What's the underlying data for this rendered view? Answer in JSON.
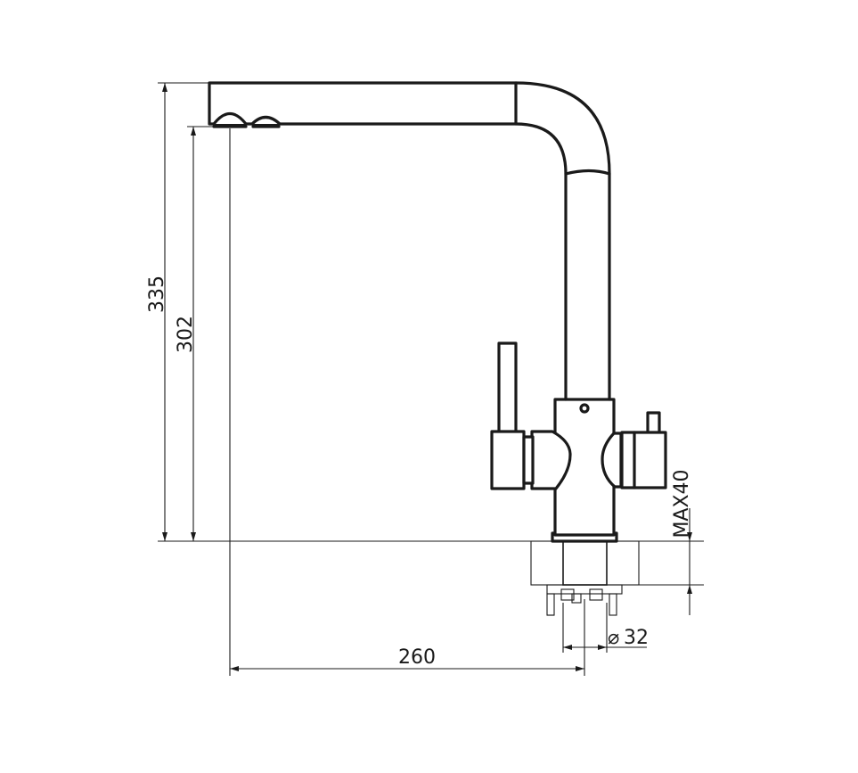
{
  "dimensions": {
    "total_height": "335",
    "spout_height": "302",
    "spout_reach": "260",
    "max_countertop": "MAX40",
    "hole_diameter_symbol": "⌀",
    "hole_diameter": "32"
  },
  "colors": {
    "line": "#1a1a1a",
    "background": "#ffffff"
  }
}
